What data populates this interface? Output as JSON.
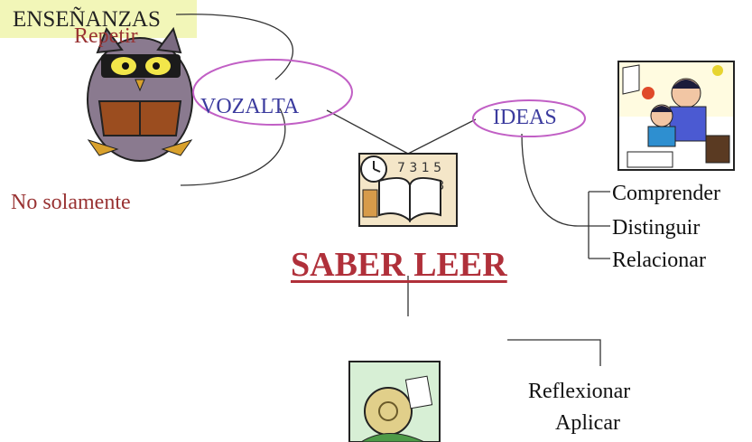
{
  "title": "SABER LEER",
  "left_branch": {
    "bubble_label": "VOZALTA",
    "top_note": "Repetir",
    "bottom_note": "No solamente"
  },
  "right_branch": {
    "bubble_label": "IDEAS",
    "items": [
      "Comprender",
      "Distinguir",
      "Relacionar"
    ]
  },
  "bottom_branch": {
    "box_label": "ENSEÑANZAS",
    "items": [
      "Reflexionar",
      "Aplicar"
    ]
  },
  "colors": {
    "title": "#b0303a",
    "bubble_border": "#c15fc5",
    "bubble_text": "#3b3b9e",
    "note_text": "#993333",
    "box_fill": "#f2f6b8"
  },
  "images": [
    "owl-reading-clipart",
    "book-clock-numbers-clipart",
    "children-studying-clipart",
    "person-writing-clipart"
  ]
}
